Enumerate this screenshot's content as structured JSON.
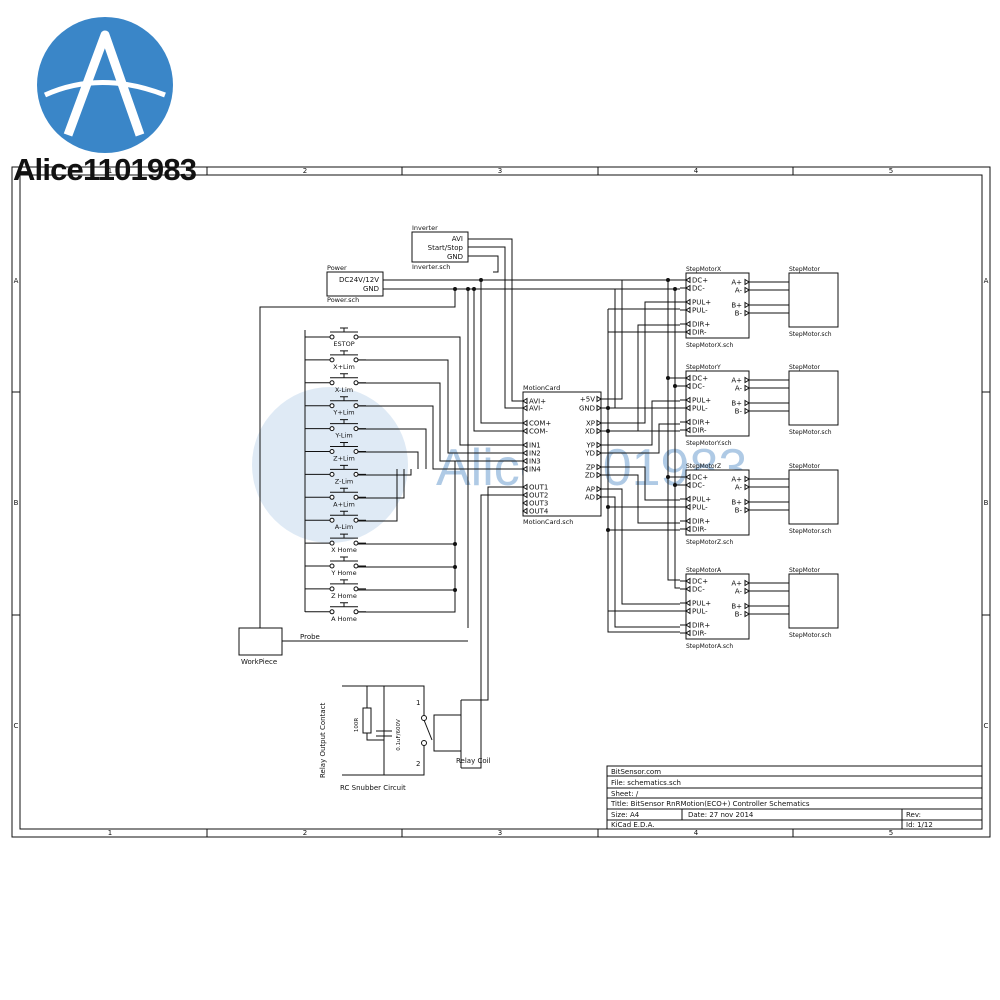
{
  "logo": {
    "brand": "Alice1101983"
  },
  "watermark": {
    "text": "Alice1101983"
  },
  "frame": {
    "col_markers": [
      "1",
      "2",
      "3",
      "4",
      "5"
    ],
    "row_markers": [
      "A",
      "B",
      "C"
    ]
  },
  "power": {
    "title": "Power",
    "file": "Power.sch",
    "pins": [
      "DC24V/12V",
      "GND"
    ]
  },
  "inverter": {
    "title": "Inverter",
    "file": "Inverter.sch",
    "pins": [
      "AVI",
      "Start/Stop",
      "GND"
    ]
  },
  "switches": [
    "ESTOP",
    "X+Lim",
    "X-Lim",
    "Y+Lim",
    "Y-Lim",
    "Z+Lim",
    "Z-Lim",
    "A+Lim",
    "A-Lim",
    "X Home",
    "Y Home",
    "Z Home",
    "A Home"
  ],
  "motion_card": {
    "title": "MotionCard",
    "file": "MotionCard.sch",
    "left_pins": [
      "AVI+",
      "AVI-",
      "COM+",
      "COM-",
      "IN1",
      "IN2",
      "IN3",
      "IN4",
      "OUT1",
      "OUT2",
      "OUT3",
      "OUT4"
    ],
    "right_pins": [
      "+5V",
      "GND",
      "XP",
      "XD",
      "YP",
      "YD",
      "ZP",
      "ZD",
      "AP",
      "AD"
    ]
  },
  "drivers": [
    {
      "title": "StepMotorX",
      "file": "StepMotorX.sch"
    },
    {
      "title": "StepMotorY",
      "file": "StepMotorY.sch"
    },
    {
      "title": "StepMotorZ",
      "file": "StepMotorZ.sch"
    },
    {
      "title": "StepMotorA",
      "file": "StepMotorA.sch"
    }
  ],
  "driver_pins": {
    "left": [
      "DC+",
      "DC-",
      "PUL+",
      "PUL-",
      "DIR+",
      "DIR-"
    ],
    "right": [
      "A+",
      "A-",
      "B+",
      "B-"
    ]
  },
  "motor": {
    "title": "StepMotor",
    "file": "StepMotor.sch"
  },
  "workpiece": {
    "label": "WorkPiece",
    "probe": "Probe"
  },
  "relay": {
    "output_contact": "Relay Output Contact",
    "coil": "Relay Coil",
    "snubber": "RC Snubber Circuit",
    "resistor": "100R",
    "capacitor": "0.1uF/600V",
    "pin1": "1",
    "pin2": "2"
  },
  "title_block": {
    "company": "BitSensor.com",
    "file": "File: schematics.sch",
    "sheet": "Sheet: /",
    "title": "Title: BitSensor RnRMotion(ECO+) Controller Schematics",
    "size": "Size: A4",
    "date": "Date: 27 nov 2014",
    "rev": "Rev:",
    "tool": "KiCad E.D.A.",
    "id": "Id: 1/12"
  },
  "colors": {
    "ink": "#111111",
    "logo_blue": "#3a86c8",
    "watermark": "#6f9fd0"
  }
}
